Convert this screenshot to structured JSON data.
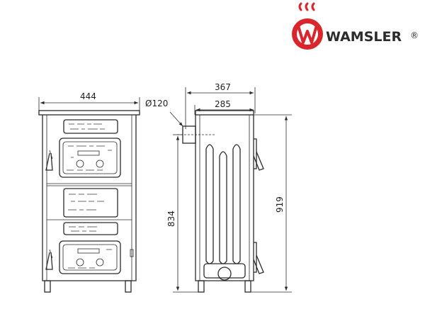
{
  "brand": {
    "name": "WAMSLER",
    "registered_mark": "®",
    "accent_color": "#d9262c"
  },
  "dimensions": {
    "front_width": "444",
    "flue_diameter": "Ø120",
    "side_depth_total": "367",
    "side_depth_body": "285",
    "height_to_flue": "834",
    "height_total": "919"
  },
  "colors": {
    "line": "#2a2a2a",
    "background": "#ffffff"
  }
}
